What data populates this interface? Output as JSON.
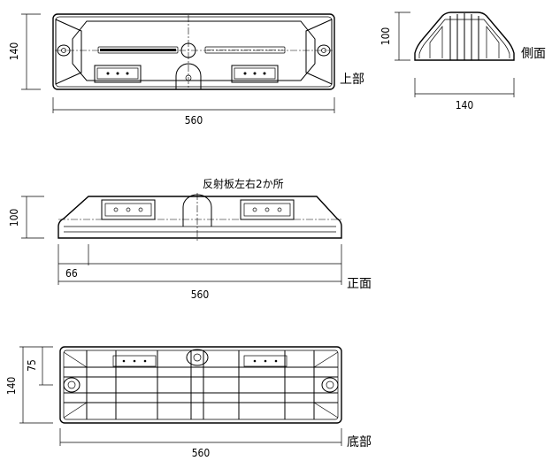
{
  "views": {
    "top": {
      "label": "上部",
      "dim_width": "560",
      "dim_height": "140"
    },
    "side": {
      "label": "側面",
      "dim_height": "100",
      "dim_width": "140"
    },
    "front": {
      "label": "正面",
      "note": "反射板左右2か所",
      "dim_height": "100",
      "dim_offset": "66",
      "dim_width": "560"
    },
    "bottom": {
      "label": "底部",
      "dim_height": "140",
      "dim_inner": "75",
      "dim_width": "560"
    }
  }
}
